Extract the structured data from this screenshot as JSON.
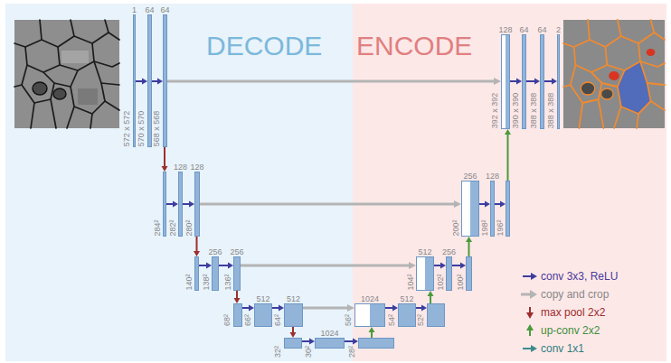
{
  "diagram": {
    "nodes": [
      {
        "text": [
          "DECODE"
        ]
      },
      {
        "text": [
          "ENCODE"
        ]
      },
      {
        "text": [
          "1",
          "572 x 572"
        ],
        "in": 0
      },
      {
        "text": [
          "64",
          "570 x 570"
        ],
        "in": 0
      },
      {
        "text": [
          "64",
          "568 x 568"
        ],
        "in": 0
      },
      {
        "text": [
          "284²"
        ],
        "in": 0
      },
      {
        "text": [
          "128",
          "282²"
        ],
        "in": 0
      },
      {
        "text": [
          "128",
          "280²"
        ],
        "in": 0
      },
      {
        "text": [
          "140²"
        ],
        "in": 0
      },
      {
        "text": [
          "256",
          "138²"
        ],
        "in": 0
      },
      {
        "text": [
          "256",
          "136²"
        ],
        "in": 0
      },
      {
        "text": [
          "68²"
        ],
        "in": 0
      },
      {
        "text": [
          "512",
          "66²"
        ],
        "in": 0
      },
      {
        "text": [
          "512",
          "64²"
        ],
        "in": 0
      },
      {
        "text": [
          "32²"
        ],
        "in": 0
      },
      {
        "text": [
          "1024",
          "30²"
        ],
        "in": 0
      },
      {
        "text": [
          "28²"
        ],
        "in": 1
      },
      {
        "text": [
          "1024",
          "56²"
        ],
        "in": 1
      },
      {
        "text": [
          "512",
          "54²"
        ],
        "in": 1
      },
      {
        "text": [
          "52²"
        ],
        "in": 1
      },
      {
        "text": [
          "512",
          "104²"
        ],
        "in": 1
      },
      {
        "text": [
          "256",
          "102²"
        ],
        "in": 1
      },
      {
        "text": [
          "100²"
        ],
        "in": 1
      },
      {
        "text": [
          "256",
          "200²"
        ],
        "in": 1
      },
      {
        "text": [
          "128",
          "198²"
        ],
        "in": 1
      },
      {
        "text": [
          "196²"
        ],
        "in": 1
      },
      {
        "text": [
          "128",
          "392 x 392"
        ],
        "in": 1
      },
      {
        "text": [
          "64",
          "390 x 390"
        ],
        "in": 1
      },
      {
        "text": [
          "64",
          "388 x 388"
        ],
        "in": 1
      },
      {
        "text": [
          "2",
          "388 x 388"
        ],
        "in": 1
      }
    ],
    "edges": [
      {
        "from": 2,
        "to": 3,
        "arrow": "to"
      },
      {
        "from": 3,
        "to": 4,
        "arrow": "to"
      },
      {
        "from": 4,
        "to": 5,
        "arrow": "to"
      },
      {
        "from": 5,
        "to": 6,
        "arrow": "to"
      },
      {
        "from": 6,
        "to": 7,
        "arrow": "to"
      },
      {
        "from": 7,
        "to": 8,
        "arrow": "to"
      },
      {
        "from": 8,
        "to": 9,
        "arrow": "to"
      },
      {
        "from": 9,
        "to": 10,
        "arrow": "to"
      },
      {
        "from": 10,
        "to": 11,
        "arrow": "to"
      },
      {
        "from": 11,
        "to": 12,
        "arrow": "to"
      },
      {
        "from": 12,
        "to": 13,
        "arrow": "to"
      },
      {
        "from": 13,
        "to": 14,
        "arrow": "to"
      },
      {
        "from": 14,
        "to": 15,
        "arrow": "to"
      },
      {
        "from": 15,
        "to": 16,
        "arrow": "to"
      },
      {
        "from": 16,
        "to": 17,
        "arrow": "to"
      },
      {
        "from": 17,
        "to": 18,
        "arrow": "to"
      },
      {
        "from": 18,
        "to": 19,
        "arrow": "to"
      },
      {
        "from": 19,
        "to": 20,
        "arrow": "to"
      },
      {
        "from": 20,
        "to": 21,
        "arrow": "to"
      },
      {
        "from": 21,
        "to": 22,
        "arrow": "to"
      },
      {
        "from": 22,
        "to": 23,
        "arrow": "to"
      },
      {
        "from": 23,
        "to": 24,
        "arrow": "to"
      },
      {
        "from": 24,
        "to": 25,
        "arrow": "to"
      },
      {
        "from": 25,
        "to": 26,
        "arrow": "to"
      },
      {
        "from": 26,
        "to": 27,
        "arrow": "to"
      },
      {
        "from": 27,
        "to": 28,
        "arrow": "to"
      },
      {
        "from": 28,
        "to": 29,
        "arrow": "to"
      },
      {
        "from": 4,
        "to": 26,
        "arrow": "to"
      },
      {
        "from": 7,
        "to": 23,
        "arrow": "to"
      },
      {
        "from": 10,
        "to": 20,
        "arrow": "to"
      },
      {
        "from": 13,
        "to": 17,
        "arrow": "to"
      }
    ],
    "legend": [
      {
        "text": "conv 3x3, ReLU"
      },
      {
        "text": "copy and crop"
      },
      {
        "text": "max pool 2x2"
      },
      {
        "text": "up-conv 2x2"
      },
      {
        "text": "conv 1x1"
      }
    ]
  }
}
